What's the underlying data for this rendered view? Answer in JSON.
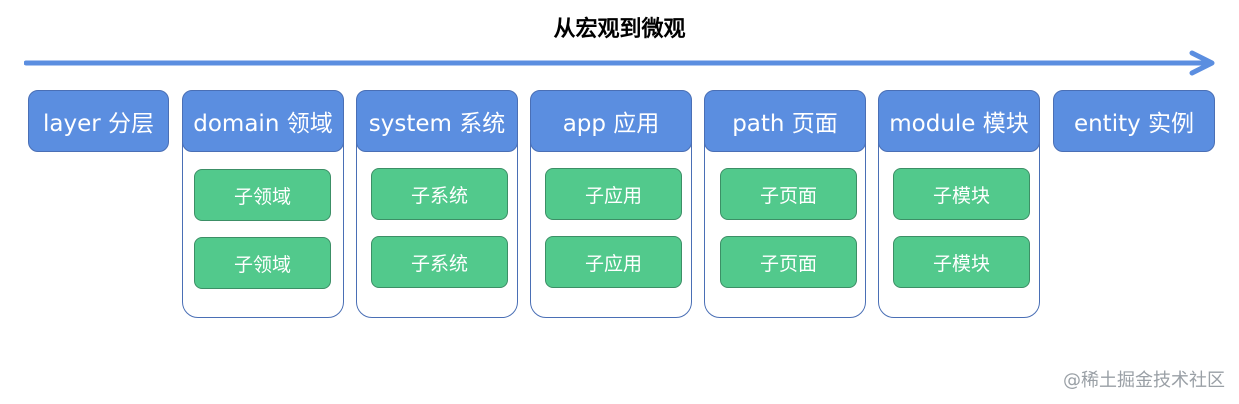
{
  "title": "从宏观到微观",
  "layers": [
    {
      "label": "layer 分层",
      "children": []
    },
    {
      "label": "domain 领域",
      "children": [
        "子领域",
        "子领域"
      ]
    },
    {
      "label": "system 系统",
      "children": [
        "子系统",
        "子系统"
      ]
    },
    {
      "label": "app 应用",
      "children": [
        "子应用",
        "子应用"
      ]
    },
    {
      "label": "path 页面",
      "children": [
        "子页面",
        "子页面"
      ]
    },
    {
      "label": "module 模块",
      "children": [
        "子模块",
        "子模块"
      ]
    },
    {
      "label": "entity 实例",
      "children": []
    }
  ],
  "colors": {
    "header_fill": "#5b8ee0",
    "header_border": "#4a6fb5",
    "child_fill": "#52c98c",
    "child_border": "#3c8f66",
    "arrow": "#5b8ee0"
  },
  "watermark": "@稀土掘金技术社区"
}
